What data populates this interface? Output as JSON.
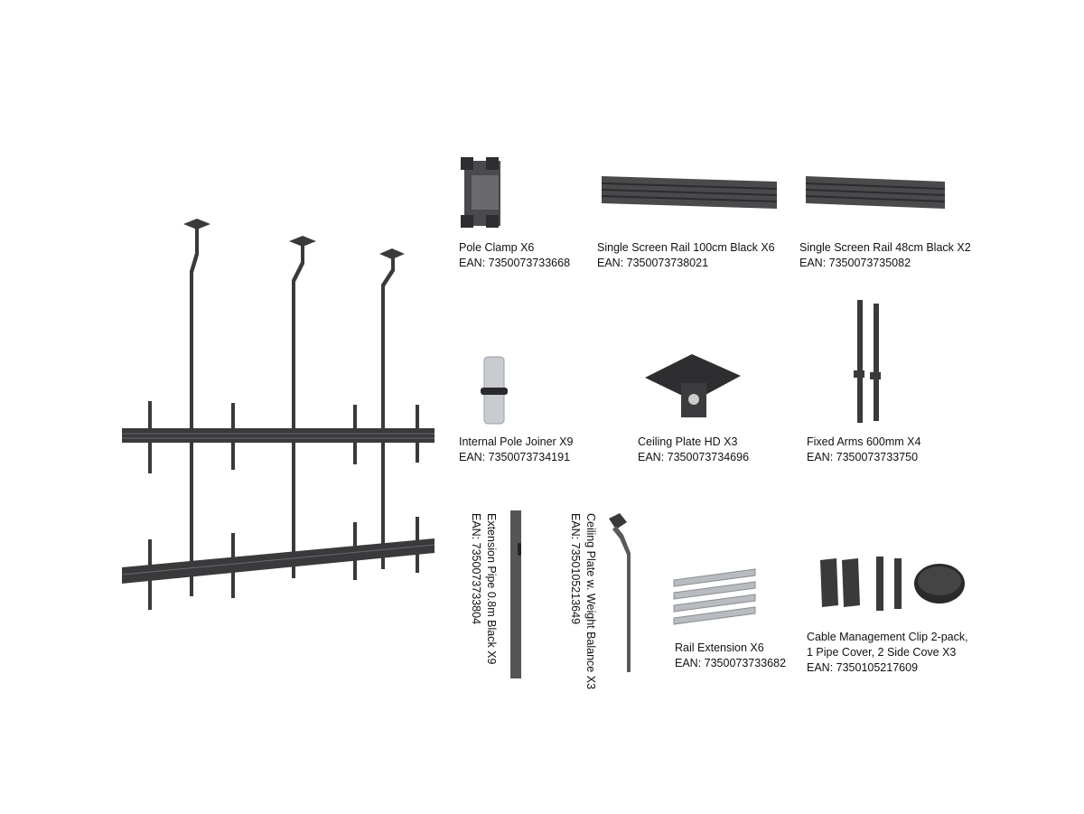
{
  "items": [
    {
      "name": "Pole Clamp X6",
      "ean": "EAN: 7350073733668"
    },
    {
      "name": "Single Screen Rail 100cm Black X6",
      "ean": "EAN: 7350073738021"
    },
    {
      "name": "Single Screen Rail 48cm Black X2",
      "ean": "EAN: 7350073735082"
    },
    {
      "name": "Internal Pole Joiner X9",
      "ean": "EAN: 7350073734191"
    },
    {
      "name": "Ceiling Plate HD X3",
      "ean": "EAN: 7350073734696"
    },
    {
      "name": "Fixed Arms 600mm X4",
      "ean": "EAN: 7350073733750"
    },
    {
      "name": "Extension Pipe 0.8m Black X9",
      "ean": "EAN: 7350073733804"
    },
    {
      "name": "Ceiling Plate w. Weight Balance X3",
      "ean": "EAN: 7350105213649"
    },
    {
      "name": "Rail Extension X6",
      "ean": "EAN: 7350073733682"
    },
    {
      "name": "Cable Management Clip 2-pack,",
      "name2": "1 Pipe Cover, 2 Side Cove X3",
      "ean": "EAN: 7350105217609"
    }
  ],
  "colors": {
    "metal_dark": "#3a3a3c",
    "metal_mid": "#5a5a5c",
    "silver": "#b8bcc0"
  }
}
